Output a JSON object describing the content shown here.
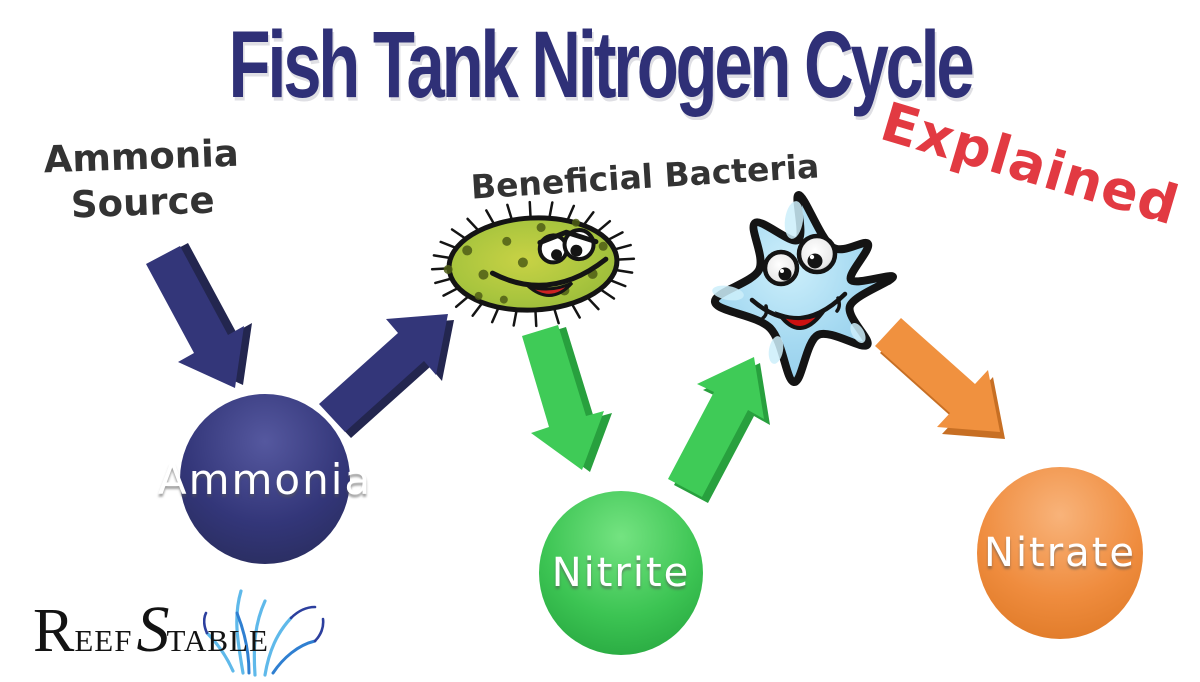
{
  "background": "#ffffff",
  "title": {
    "text": "Fish Tank Nitrogen Cycle",
    "color": "#2f3077"
  },
  "stamp": {
    "text": "Explained",
    "color": "#e23a42"
  },
  "annotations": {
    "ammonia_source": {
      "line1": "Ammonia",
      "line2": "Source",
      "color": "#333333"
    },
    "beneficial_bacteria": {
      "text": "Beneficial Bacteria",
      "color": "#333333"
    }
  },
  "nodes": {
    "ammonia": {
      "label": "Ammonia",
      "color_light": "#55589f",
      "color": "#333679",
      "color_dark": "#262a55"
    },
    "nitrite": {
      "label": "Nitrite",
      "color_light": "#74e381",
      "color": "#3cc453",
      "color_dark": "#219f3a"
    },
    "nitrate": {
      "label": "Nitrate",
      "color_light": "#f8b37a",
      "color": "#ef8c3e",
      "color_dark": "#da7420"
    }
  },
  "arrows": {
    "source_to_ammonia": {
      "color": "#333679",
      "edge": "#23264f"
    },
    "ammonia_to_bacteria": {
      "color": "#333679",
      "edge": "#23264f"
    },
    "bacteria_to_nitrite": {
      "color": "#3fcb57",
      "edge": "#28a03e"
    },
    "nitrite_to_bacteria": {
      "color": "#3fcb57",
      "edge": "#28a03e"
    },
    "bacteria_to_nitrate": {
      "color": "#f0913f",
      "edge": "#c76f24"
    }
  },
  "organisms": {
    "green_bacteria": {
      "body_light": "#c8d245",
      "body": "#a9c53e",
      "body_dark": "#94b639",
      "spot_color": "#4f5e16",
      "mouth_color": "#cc2222",
      "outline": "#141414"
    },
    "blue_bacteria": {
      "body_light": "#cdeffb",
      "body": "#a5d9f1",
      "body_dark": "#8fc9e8",
      "mouth_color": "#cc1111",
      "outline": "#141414"
    }
  },
  "logo": {
    "word1_initial": "R",
    "word1_rest": "EEF",
    "word2_initial": "S",
    "word2_rest": "TABLE",
    "text_color": "#131313",
    "coral_light": "#5fb9ea",
    "coral_mid": "#2f7fd1",
    "coral_dark": "#2c3f9e"
  }
}
